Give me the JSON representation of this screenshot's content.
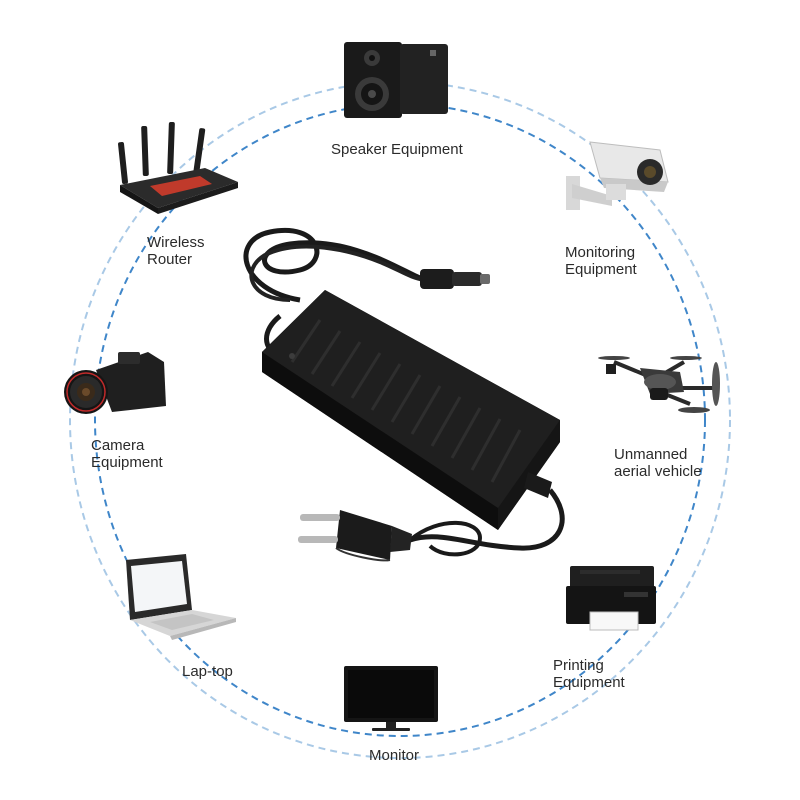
{
  "background_color": "#ffffff",
  "ring_colors": {
    "outer": "#a9c9e6",
    "inner": "#3f86c9"
  },
  "center": {
    "device": "power-adapter-icon",
    "plug": "eu-plug-icon"
  },
  "devices": [
    {
      "id": "speaker",
      "icon": "speaker-icon",
      "lines": [
        "Speaker Equipment"
      ]
    },
    {
      "id": "monitoring",
      "icon": "security-camera-icon",
      "lines": [
        "Monitoring",
        "Equipment"
      ]
    },
    {
      "id": "uav",
      "icon": "drone-icon",
      "lines": [
        "Unmanned",
        "aerial vehicle"
      ]
    },
    {
      "id": "printing",
      "icon": "printer-icon",
      "lines": [
        "Printing",
        "Equipment"
      ]
    },
    {
      "id": "monitor",
      "icon": "monitor-icon",
      "lines": [
        "Monitor"
      ]
    },
    {
      "id": "laptop",
      "icon": "laptop-icon",
      "lines": [
        "Lap-top"
      ]
    },
    {
      "id": "camera",
      "icon": "camera-icon",
      "lines": [
        "Camera",
        "Equipment"
      ]
    },
    {
      "id": "router",
      "icon": "router-icon",
      "lines": [
        "Wireless",
        "Router"
      ]
    }
  ]
}
